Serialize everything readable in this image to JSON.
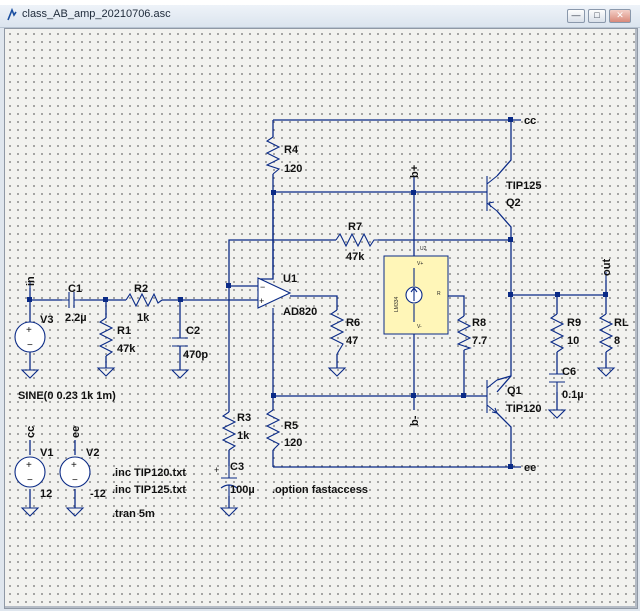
{
  "window": {
    "title": "class_AB_amp_20210706.asc",
    "minimize": "—",
    "maximize": "□",
    "close": "✕"
  },
  "components": {
    "R1": {
      "name": "R1",
      "value": "47k"
    },
    "R2": {
      "name": "R2",
      "value": "1k"
    },
    "R3": {
      "name": "R3",
      "value": "1k"
    },
    "R4": {
      "name": "R4",
      "value": "120"
    },
    "R5": {
      "name": "R5",
      "value": "120"
    },
    "R6": {
      "name": "R6",
      "value": "47"
    },
    "R7": {
      "name": "R7",
      "value": "47k"
    },
    "R8": {
      "name": "R8",
      "value": "7.7"
    },
    "R9": {
      "name": "R9",
      "value": "10"
    },
    "RL": {
      "name": "RL",
      "value": "8"
    },
    "C1": {
      "name": "C1",
      "value": "2.2µ"
    },
    "C2": {
      "name": "C2",
      "value": "470p"
    },
    "C3": {
      "name": "C3",
      "value": "100µ"
    },
    "C6": {
      "name": "C6",
      "value": "0.1µ"
    },
    "V1": {
      "name": "V1",
      "value": "12"
    },
    "V2": {
      "name": "V2",
      "value": "-12"
    },
    "V3": {
      "name": "V3",
      "value": "SINE(0 0.23 1k 1m)"
    },
    "U1": {
      "name": "U1",
      "value": "AD820"
    },
    "Q1": {
      "name": "Q1",
      "value": "TIP120"
    },
    "Q2": {
      "name": "Q2",
      "value": "TIP125"
    },
    "U2": {
      "name": "U2",
      "value": "LM334",
      "pin_vplus": "V+",
      "pin_vminus": "V-",
      "pin_r": "R"
    }
  },
  "net_labels": {
    "in": "in",
    "out": "out",
    "cc_top": "cc",
    "ee_bottom": "ee",
    "bplus": "b+",
    "bminus": "b-",
    "cc_v1": "cc",
    "ee_v2": "ee"
  },
  "directives": {
    "inc1": ".inc TIP120.txt",
    "inc2": ".inc TIP125.txt",
    "tran": ".tran 5m",
    "option": ".option fastaccess"
  },
  "colors": {
    "wire": "#0a2a86",
    "canvas": "#f2f2ef",
    "grid_dot": "#7e7e7e",
    "u2_fill": "#fff6b8"
  }
}
